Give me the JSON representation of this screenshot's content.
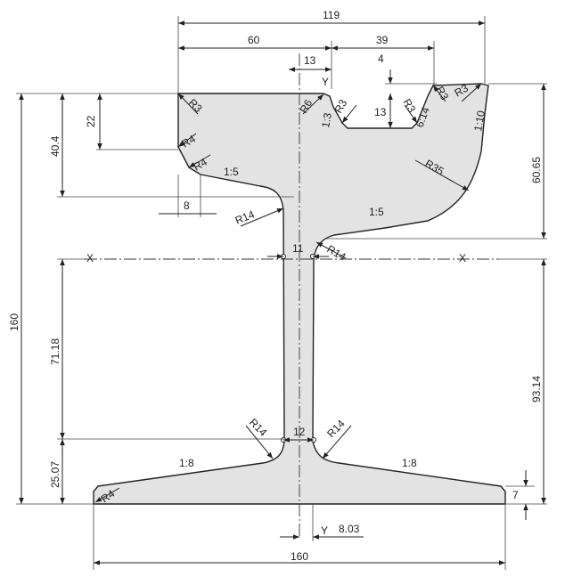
{
  "drawing": {
    "overall": {
      "width": "119",
      "foot_width": "160",
      "height": "160"
    },
    "head": {
      "left_width": "60",
      "right_width": "39",
      "web_offset": "13",
      "top_step": "4",
      "groove_depth": "13",
      "left_depth": "22",
      "depth_to_underside": "40.4",
      "right_height": "60.65",
      "lip_width": "8"
    },
    "web": {
      "upper_thickness": "11",
      "lower_thickness": "12",
      "height_above_x": "93.14",
      "height_below_x": "71.18",
      "foot_height": "25.07",
      "foot_edge": "7",
      "y_offset": "8.03"
    },
    "radii": {
      "r3": "R3",
      "r4": "R4",
      "r6": "R6",
      "r14": "R14",
      "r35": "R35"
    },
    "slopes": {
      "s1_5": "1:5",
      "s1_8": "1:8",
      "s1_10": "1:10",
      "s1_3": "1:3",
      "s6_14": "6:14"
    },
    "axes": {
      "x": "X",
      "y": "Y"
    }
  }
}
